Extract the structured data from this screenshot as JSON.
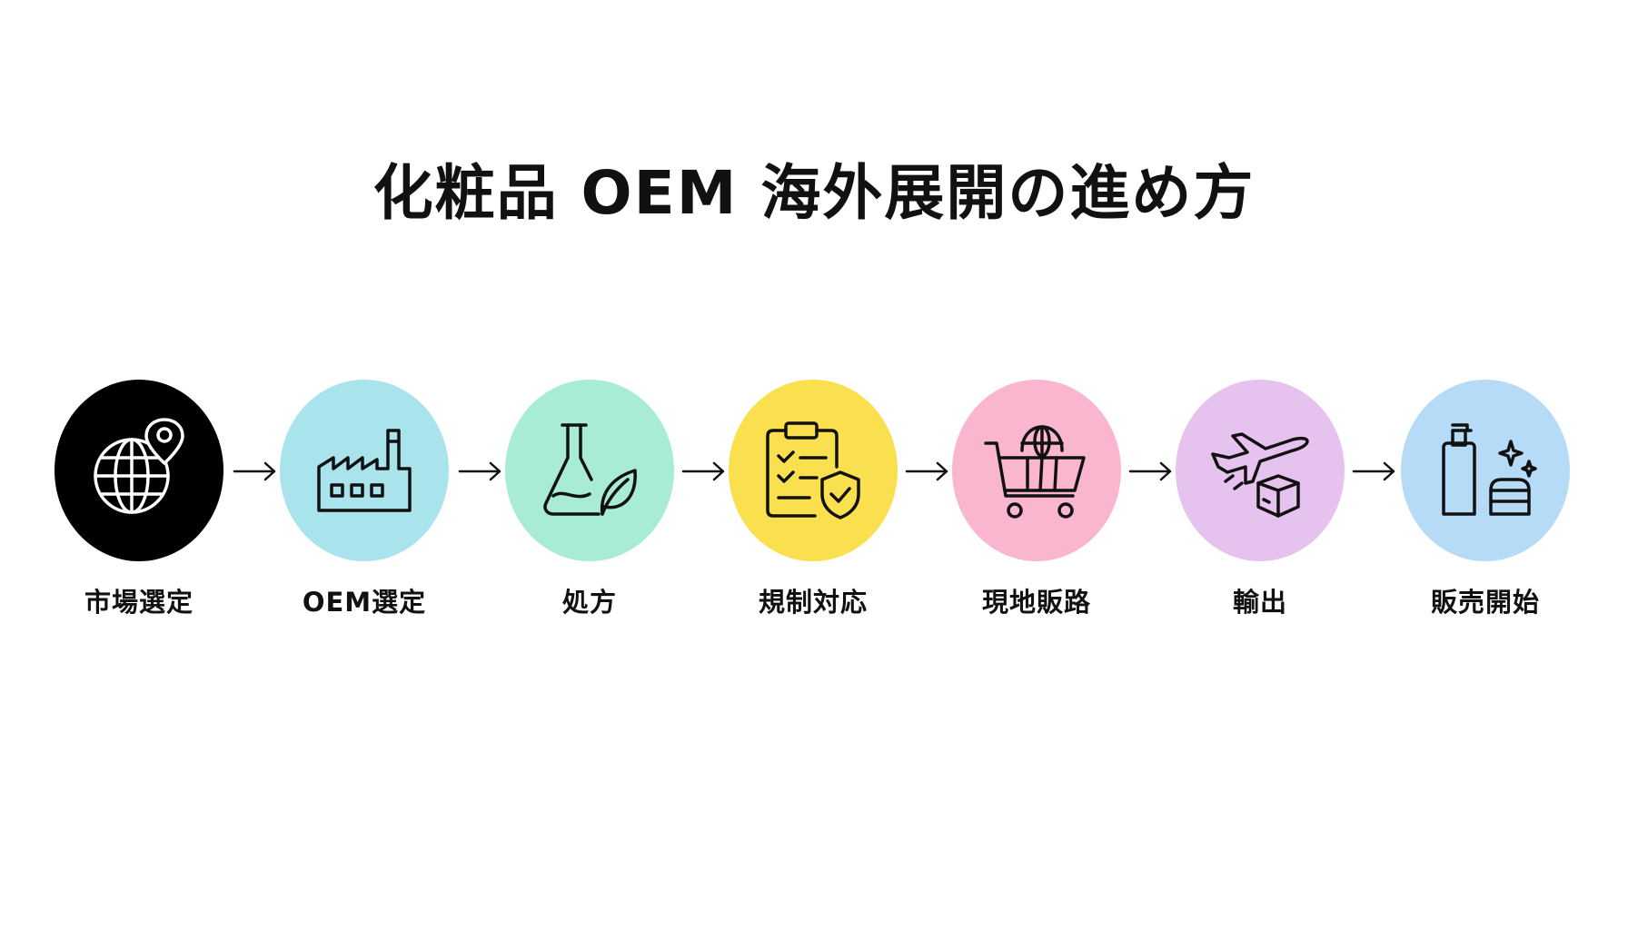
{
  "title": "化粧品 OEM 海外展開の進め方",
  "steps": [
    {
      "label": "市場選定",
      "icon": "globe-location-pin-icon",
      "color": "#000000",
      "icon_color": "#ffffff"
    },
    {
      "label": "OEM選定",
      "icon": "factory-icon",
      "color": "#a9e4ec",
      "icon_color": "#111111"
    },
    {
      "label": "処方",
      "icon": "flask-leaf-icon",
      "color": "#a8ecd5",
      "icon_color": "#111111"
    },
    {
      "label": "規制対応",
      "icon": "clipboard-shield-check-icon",
      "color": "#fae04e",
      "icon_color": "#111111"
    },
    {
      "label": "現地販路",
      "icon": "shopping-cart-globe-icon",
      "color": "#fbb6cf",
      "icon_color": "#111111"
    },
    {
      "label": "輸出",
      "icon": "airplane-box-icon",
      "color": "#e6c2ef",
      "icon_color": "#111111"
    },
    {
      "label": "販売開始",
      "icon": "cosmetic-bottle-jar-icon",
      "color": "#b6dbf6",
      "icon_color": "#111111"
    }
  ]
}
